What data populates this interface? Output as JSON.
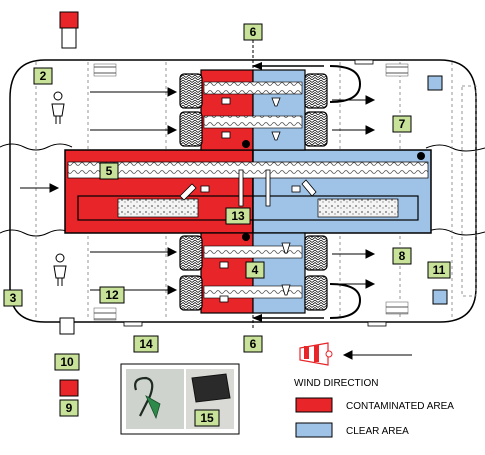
{
  "labels": {
    "n2": "2",
    "n3": "3",
    "n4": "4",
    "n5": "5",
    "n6_top": "6",
    "n6_bottom": "6",
    "n7": "7",
    "n8": "8",
    "n9": "9",
    "n10": "10",
    "n11": "11",
    "n12": "12",
    "n13": "13",
    "n14": "14",
    "n15": "15"
  },
  "legend": {
    "wind": "WIND DIRECTION",
    "contaminated": "CONTAMINATED AREA",
    "clear": "CLEAR AREA"
  },
  "colors": {
    "contaminated": "#e8262a",
    "clear": "#9fc3e7",
    "label_bg": "#c8e29a",
    "outline": "#000000",
    "dashed": "#7a7a7a"
  },
  "icons": [
    "person-icon",
    "windsock-icon",
    "camera-icon",
    "sprayer-icon",
    "bin-icon",
    "tyre-icon"
  ]
}
